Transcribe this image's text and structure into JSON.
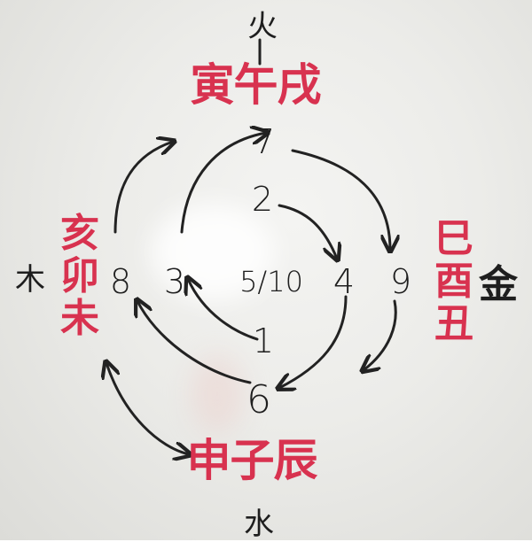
{
  "branches": {
    "top": "寅午戌",
    "bottom": "申子辰",
    "left": [
      "亥",
      "卯",
      "未"
    ],
    "right": [
      "巳",
      "酉",
      "丑"
    ]
  },
  "elements": {
    "north": "水",
    "west": "木",
    "east": "金",
    "top_mark": "火"
  },
  "numbers": {
    "n1_top": "7",
    "n2": "2",
    "n3": "3",
    "n4": "4",
    "n5": "5/10",
    "n8": "8",
    "n9": "9",
    "n1_bottom": "1",
    "n6": "6"
  },
  "colors": {
    "board": "#ececea",
    "ink_black": "#1e1e1e",
    "ink_red": "#d8324f"
  }
}
